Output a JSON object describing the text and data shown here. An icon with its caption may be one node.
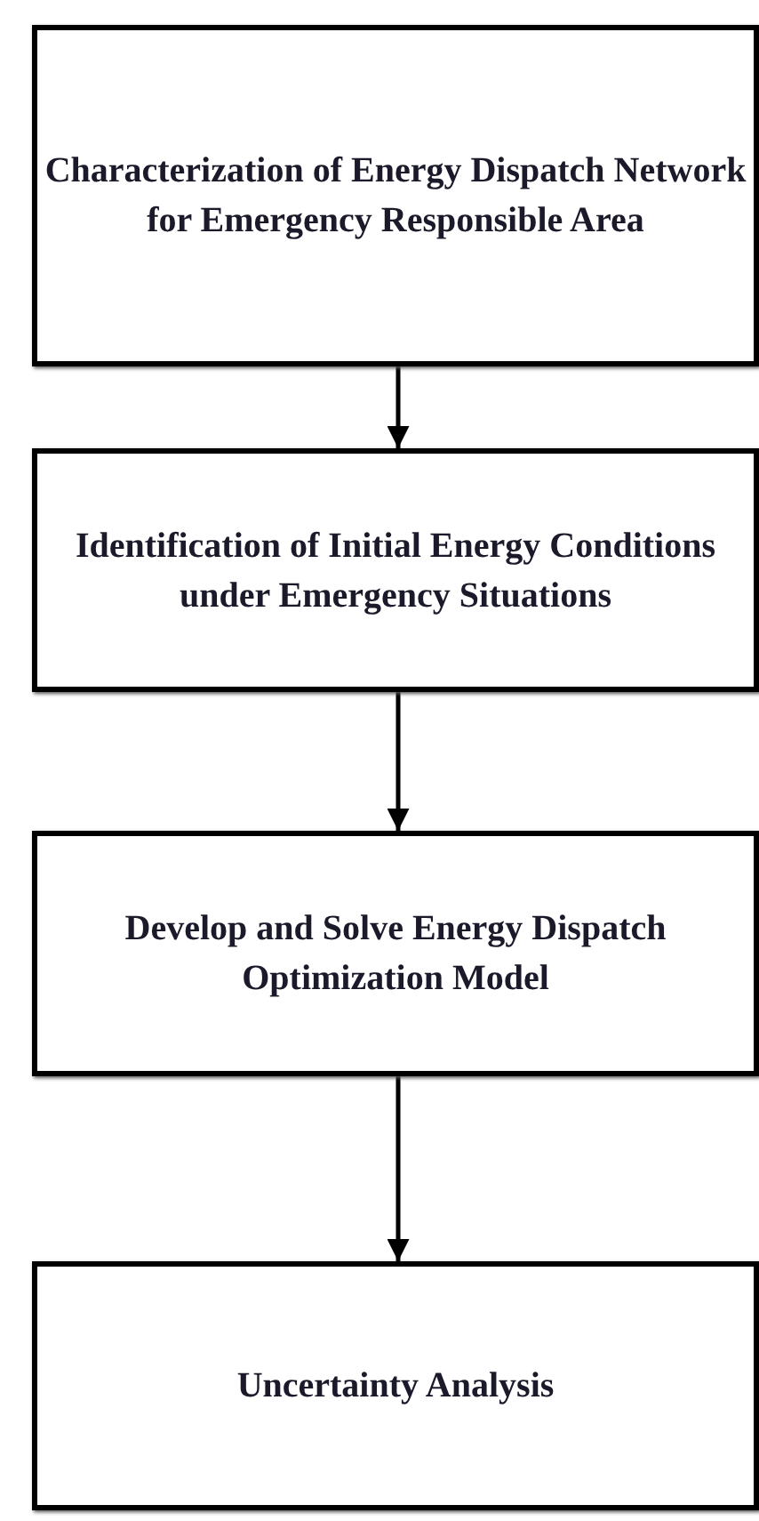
{
  "diagram": {
    "nodes": [
      {
        "text": [
          "Characterization of Energy Dispatch Network for Emergency Responsible Area"
        ]
      },
      {
        "text": [
          "Identification of Initial Energy Conditions under Emergency Situations"
        ]
      },
      {
        "text": [
          "Develop and Solve Energy Dispatch Optimization Model"
        ]
      },
      {
        "text": [
          "Uncertainty Analysis"
        ]
      }
    ],
    "edges": [
      {
        "from": 0,
        "to": 1,
        "arrow": "to"
      },
      {
        "from": 1,
        "to": 2,
        "arrow": "to"
      },
      {
        "from": 2,
        "to": 3,
        "arrow": "to"
      }
    ]
  }
}
